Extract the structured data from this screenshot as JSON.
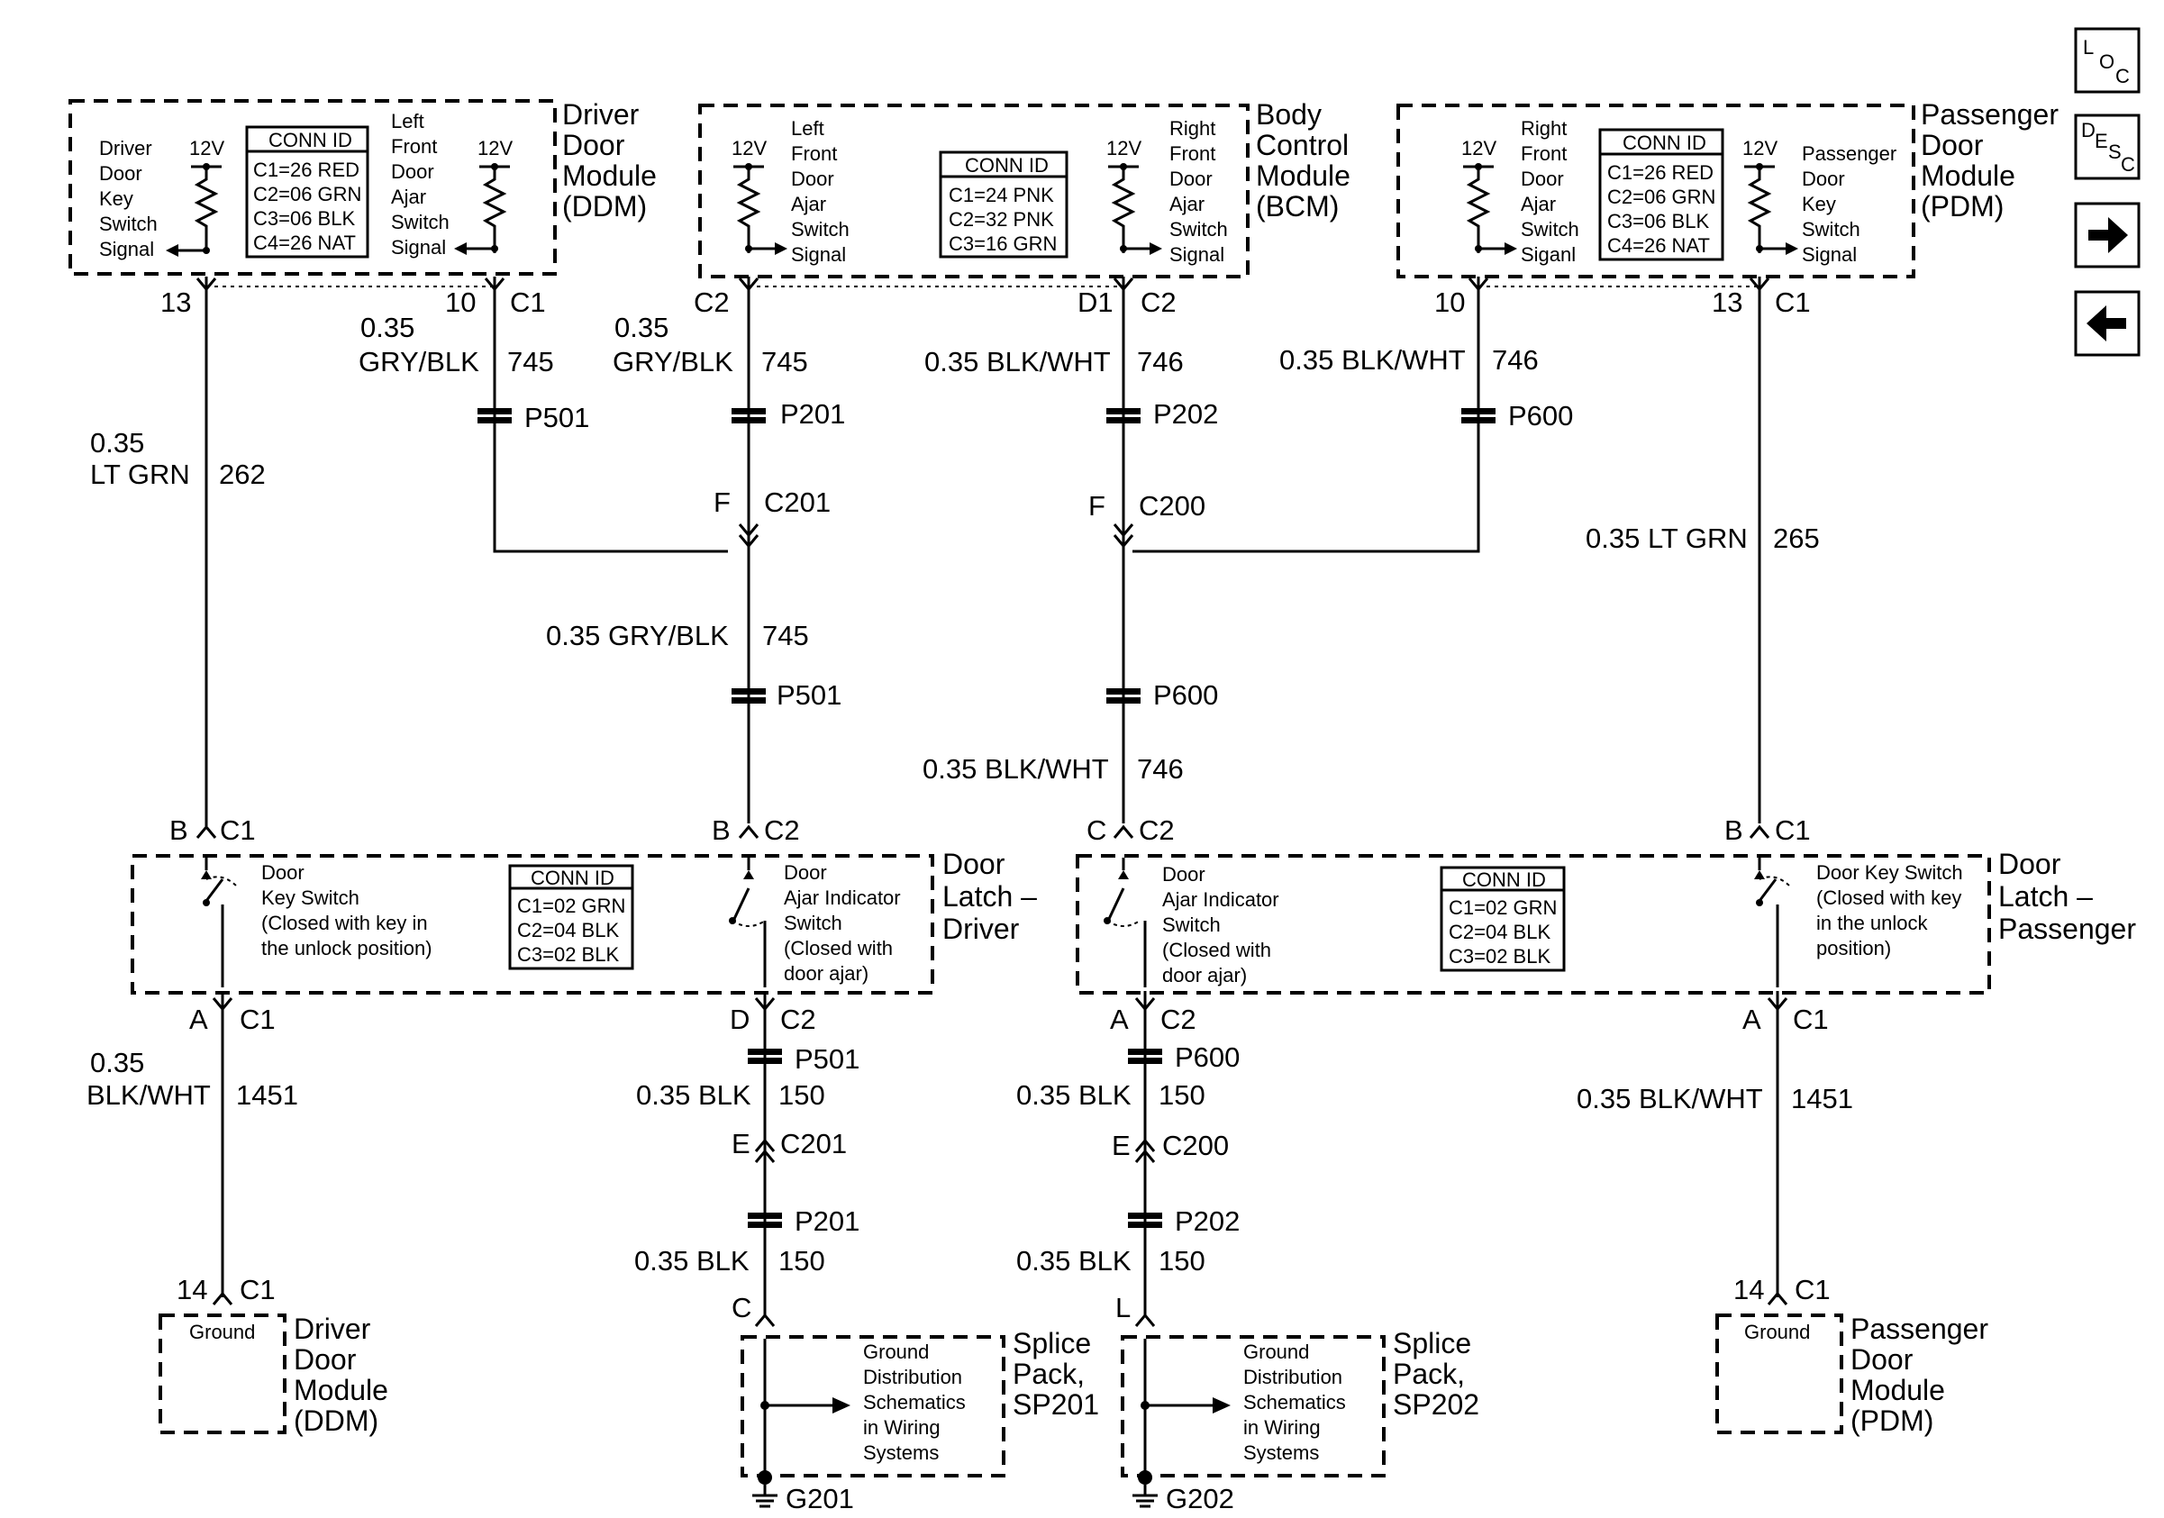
{
  "nav": {
    "loc": "LOC",
    "desc": "DESC"
  },
  "modules": {
    "ddm": {
      "title": [
        "Driver",
        "Door",
        "Module",
        "(DDM)"
      ]
    },
    "bcm": {
      "title": [
        "Body",
        "Control",
        "Module",
        "(BCM)"
      ]
    },
    "pdm": {
      "title": [
        "Passenger",
        "Door",
        "Module",
        "(PDM)"
      ]
    }
  },
  "conn": {
    "ddm": [
      "CONN ID",
      "C1=26 RED",
      "C2=06 GRN",
      "C3=06 BLK",
      "C4=26 NAT"
    ],
    "bcm": [
      "CONN ID",
      "C1=24 PNK",
      "C2=32 PNK",
      "C3=16 GRN"
    ],
    "pdm": [
      "CONN ID",
      "C1=26 RED",
      "C2=06 GRN",
      "C3=06 BLK",
      "C4=26 NAT"
    ],
    "latch_driver": [
      "CONN ID",
      "C1=02 GRN",
      "C2=04 BLK",
      "C3=02 BLK"
    ],
    "latch_pass": [
      "CONN ID",
      "C1=02 GRN",
      "C2=04 BLK",
      "C3=02 BLK"
    ]
  },
  "v12": "12V",
  "signals": {
    "ddm_key": [
      "Driver",
      "Door",
      "Key",
      "Switch",
      "Signal"
    ],
    "ddm_ajar": [
      "Left",
      "Front",
      "Door",
      "Ajar",
      "Switch",
      "Signal"
    ],
    "bcm_left": [
      "Left",
      "Front",
      "Door",
      "Ajar",
      "Switch",
      "Signal"
    ],
    "bcm_right": [
      "Right",
      "Front",
      "Door",
      "Ajar",
      "Switch",
      "Signal"
    ],
    "pdm_ajar": [
      "Right",
      "Front",
      "Door",
      "Ajar",
      "Switch",
      "Siganl"
    ],
    "pdm_key": [
      "Passenger",
      "Door",
      "Key",
      "Switch",
      "Signal"
    ]
  },
  "pins": {
    "p13a": "13",
    "p10a": "10",
    "c1a": "C1",
    "c2a": "C2",
    "d1": "D1",
    "c2b": "C2",
    "p10b": "10",
    "p13b": "13",
    "c1b": "C1"
  },
  "wires": {
    "w262_a": "0.35",
    "w262_b": "LT GRN",
    "w262_c": "262",
    "w745a_a": "0.35",
    "w745a_b": "GRY/BLK",
    "w745a_c": "745",
    "w745b_a": "0.35",
    "w745b_b": "GRY/BLK",
    "w745b_c": "745",
    "w746a": "0.35 BLK/WHT",
    "w746a_c": "746",
    "w746b": "0.35 BLK/WHT",
    "w746b_c": "746",
    "w265": "0.35 LT GRN",
    "w265_c": "265",
    "w745c": "0.35 GRY/BLK",
    "w745c_c": "745",
    "w746c": "0.35 BLK/WHT",
    "w746c_c": "746",
    "w1451a_a": "0.35",
    "w1451a_b": "BLK/WHT",
    "w1451a_c": "1451",
    "w150a": "0.35 BLK",
    "w150a_c": "150",
    "w150b": "0.35 BLK",
    "w150b_c": "150",
    "w150c": "0.35 BLK",
    "w150c_c": "150",
    "w150d": "0.35 BLK",
    "w150d_c": "150",
    "w1451b": "0.35 BLK/WHT",
    "w1451b_c": "1451"
  },
  "splices": {
    "p501a": "P501",
    "p201a": "P201",
    "p202a": "P202",
    "p600a": "P600",
    "p501b": "P501",
    "p600b": "P600",
    "p501c": "P501",
    "p600c": "P600",
    "p201b": "P201",
    "p202b": "P202"
  },
  "connectors": {
    "f1": "F",
    "c201a": "C201",
    "f2": "F",
    "c200a": "C200",
    "b1": "B",
    "b1c": "C1",
    "b2": "B",
    "b2c": "C2",
    "c3": "C",
    "c3c": "C2",
    "b4": "B",
    "b4c": "C1",
    "a1": "A",
    "a1c": "C1",
    "d2": "D",
    "d2c": "C2",
    "a3": "A",
    "a3c": "C2",
    "a4": "A",
    "a4c": "C1",
    "e1": "E",
    "c201b": "C201",
    "e2": "E",
    "c200b": "C200",
    "n14a": "14",
    "n14ac": "C1",
    "n14b": "14",
    "n14bc": "C1",
    "cc": "C",
    "ll": "L"
  },
  "latches": {
    "driver": {
      "title": [
        "Door",
        "Latch –",
        "Driver"
      ]
    },
    "pass": {
      "title": [
        "Door",
        "Latch –",
        "Passenger"
      ]
    },
    "sw_key_driver": [
      "Door",
      "Key Switch",
      "(Closed with key in",
      "the unlock position)"
    ],
    "sw_ajar_driver": [
      "Door",
      "Ajar Indicator",
      "Switch",
      "(Closed with",
      "door ajar)"
    ],
    "sw_ajar_pass": [
      "Door",
      "Ajar Indicator",
      "Switch",
      "(Closed with",
      "door ajar)"
    ],
    "sw_key_pass": [
      "Door Key Switch",
      "(Closed with key",
      "in the unlock",
      "position)"
    ]
  },
  "grounds": {
    "ddm_box": "Ground",
    "ddm_title": [
      "Driver",
      "Door",
      "Module",
      "(DDM)"
    ],
    "pdm_box": "Ground",
    "pdm_title": [
      "Passenger",
      "Door",
      "Module",
      "(PDM)"
    ],
    "sp201_title": [
      "Splice",
      "Pack,",
      "SP201"
    ],
    "sp202_title": [
      "Splice",
      "Pack,",
      "SP202"
    ],
    "sp201_text": [
      "Ground",
      "Distribution",
      "Schematics",
      "in Wiring",
      "Systems"
    ],
    "sp202_text": [
      "Ground",
      "Distribution",
      "Schematics",
      "in Wiring",
      "Systems"
    ],
    "g201": "G201",
    "g202": "G202"
  }
}
